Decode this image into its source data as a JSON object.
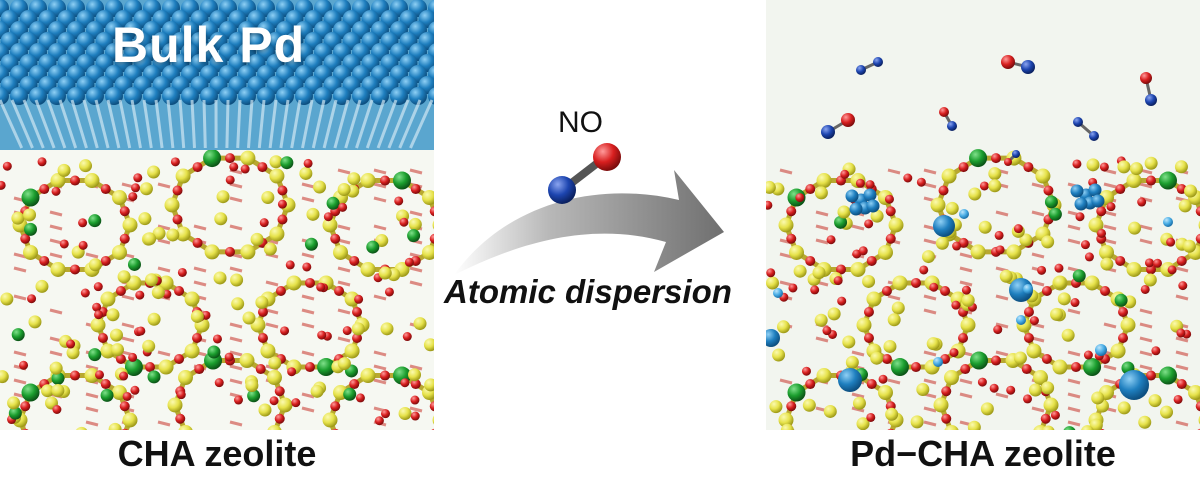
{
  "left_panel": {
    "bulk_label": "Bulk Pd",
    "caption": "CHA zeolite"
  },
  "middle": {
    "molecule_label": "NO",
    "arrow_label": "Atomic dispersion"
  },
  "right_panel": {
    "caption": "Pd−CHA zeolite"
  },
  "colors": {
    "pd_blue": "#1f7fbf",
    "silicon_yellow": "#e6e24a",
    "oxygen_red": "#d81f1f",
    "aluminum_green": "#1b9e2e",
    "nitrogen_blue": "#1d45b0",
    "arrow_gray": "#6f6f6f"
  }
}
